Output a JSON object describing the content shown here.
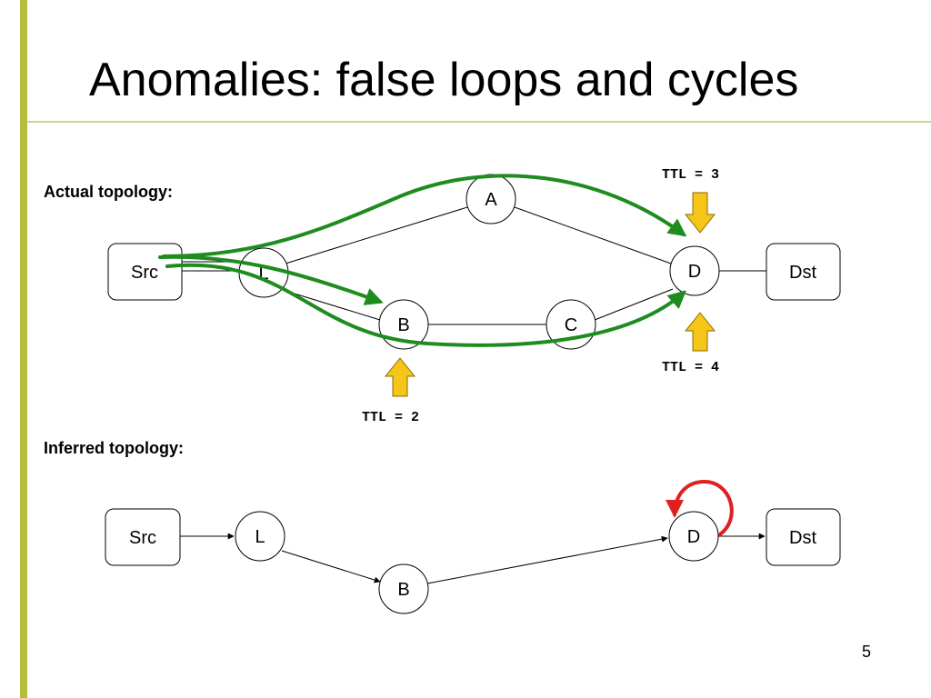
{
  "slide": {
    "title": "Anomalies: false loops and cycles",
    "page_number": "5",
    "accent_color": "#b5bd3c"
  },
  "sections": {
    "actual_label": "Actual topology:",
    "inferred_label": "Inferred topology:"
  },
  "actual": {
    "nodes": {
      "src": "Src",
      "l": "L",
      "a": "A",
      "b": "B",
      "c": "C",
      "d": "D",
      "dst": "Dst"
    },
    "ttl": {
      "ttl2": "TTL = 2",
      "ttl3": "TTL = 3",
      "ttl4": "TTL = 4"
    },
    "path_color": "#1e8c1e",
    "ttl_arrow_color": "#f5c518"
  },
  "inferred": {
    "nodes": {
      "src": "Src",
      "l": "L",
      "b": "B",
      "d": "D",
      "dst": "Dst"
    },
    "loop_color": "#e02020"
  }
}
